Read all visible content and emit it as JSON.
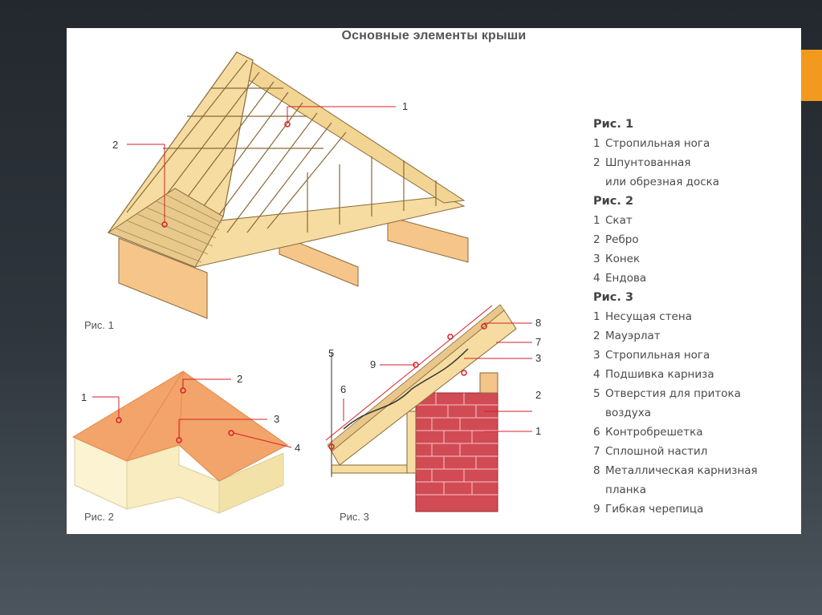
{
  "title": "Основные элементы крыши",
  "figures": {
    "fig1": {
      "caption": "Рис. 1",
      "callouts": [
        "1",
        "2"
      ]
    },
    "fig2": {
      "caption": "Рис. 2",
      "callouts": [
        "1",
        "2",
        "3",
        "4"
      ]
    },
    "fig3": {
      "caption": "Рис. 3",
      "callouts": [
        "1",
        "2",
        "3",
        "5",
        "6",
        "7",
        "8",
        "9"
      ]
    }
  },
  "legend": [
    {
      "title": "Рис. 1",
      "items": [
        {
          "num": "1",
          "text": "Стропильная нога"
        },
        {
          "num": "2",
          "text": "Шпунтованная"
        },
        {
          "num": "",
          "text": "или обрезная доска"
        }
      ]
    },
    {
      "title": "Рис. 2",
      "items": [
        {
          "num": "1",
          "text": "Скат"
        },
        {
          "num": "2",
          "text": "Ребро"
        },
        {
          "num": "3",
          "text": "Конек"
        },
        {
          "num": "4",
          "text": "Ендова"
        }
      ]
    },
    {
      "title": "Рис. 3",
      "items": [
        {
          "num": "1",
          "text": "Несущая стена"
        },
        {
          "num": "2",
          "text": "Мауэрлат"
        },
        {
          "num": "3",
          "text": "Стропильная нога"
        },
        {
          "num": "4",
          "text": "Подшивка карниза"
        },
        {
          "num": "5",
          "text": "Отверстия для притока"
        },
        {
          "num": "",
          "text": "воздуха"
        },
        {
          "num": "6",
          "text": "Контробрешетка"
        },
        {
          "num": "7",
          "text": "Сплошной настил"
        },
        {
          "num": "8",
          "text": "Металлическая карнизная"
        },
        {
          "num": "",
          "text": "планка"
        },
        {
          "num": "9",
          "text": "Гибкая черепица"
        }
      ]
    }
  ],
  "colors": {
    "accent": "#f39a1e",
    "wood": "#f6dca0",
    "wood_dark": "#c8a264",
    "roof": "#f2a46a",
    "wall": "#f8efc8",
    "brick": "#d14b55",
    "callout": "#d81f26"
  }
}
